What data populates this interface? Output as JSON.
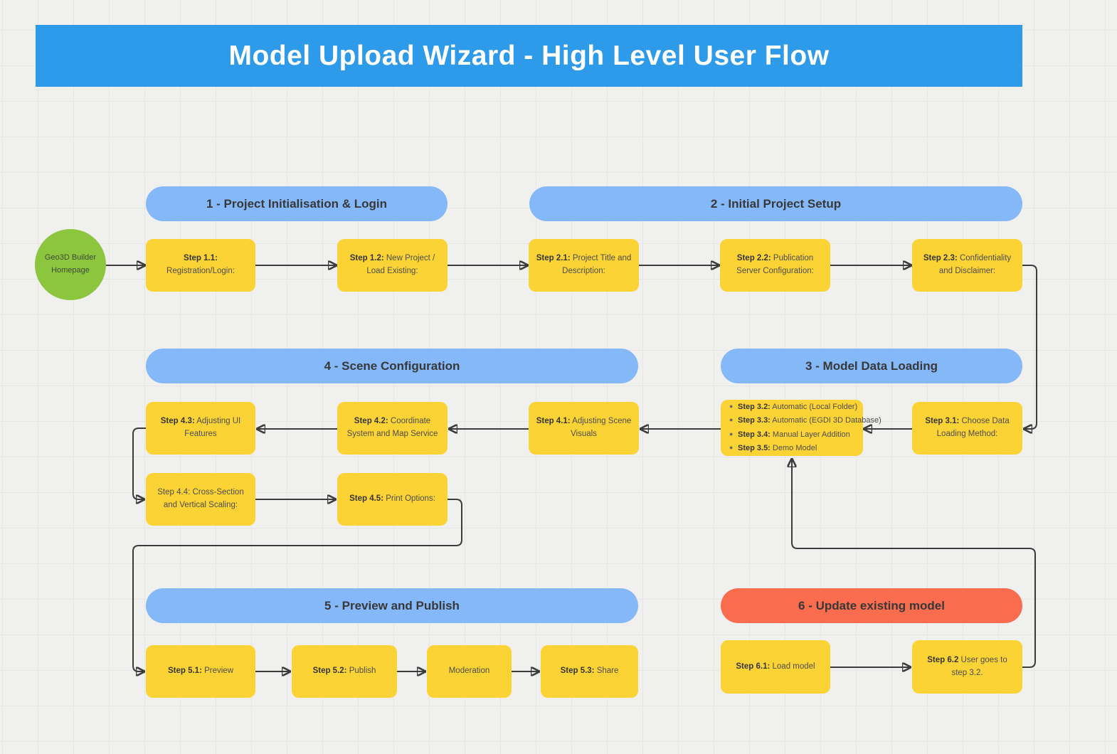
{
  "title": "Model Upload Wizard - High Level User Flow",
  "colors": {
    "banner_blue": "#2e9aea",
    "section_blue": "#85b8f8",
    "section_orange": "#f96c4e",
    "node_yellow": "#fbd335",
    "start_green": "#8cc63f",
    "connector": "#3c3c3c"
  },
  "start": {
    "line1": "Geo3D Builder",
    "line2": "Homepage"
  },
  "sections": {
    "s1": {
      "label": "1 - Project Initialisation & Login"
    },
    "s2": {
      "label": "2 - Initial Project Setup"
    },
    "s3": {
      "label": "3 - Model Data Loading"
    },
    "s4": {
      "label": "4 - Scene Configuration"
    },
    "s5": {
      "label": "5 - Preview and Publish"
    },
    "s6": {
      "label": "6 - Update existing model"
    }
  },
  "nodes": {
    "step_1_1": {
      "prefix": "Step 1.1:",
      "text": " Registration/Login:"
    },
    "step_1_2": {
      "prefix": "Step 1.2:",
      "text": " New Project / Load Existing:"
    },
    "step_2_1": {
      "prefix": "Step 2.1:",
      "text": " Project Title and Description:"
    },
    "step_2_2": {
      "prefix": "Step 2.2:",
      "text": " Publication Server Configuration:"
    },
    "step_2_3": {
      "prefix": "Step 2.3:",
      "text": " Confidentiality and Disclaimer:"
    },
    "step_3_1": {
      "prefix": "Step 3.1:",
      "text": " Choose Data Loading Method:"
    },
    "step_3_list": {
      "items": [
        {
          "prefix": "Step 3.2:",
          "text": " Automatic (Local Folder)"
        },
        {
          "prefix": "Step 3.3:",
          "text": " Automatic (EGDI 3D Database)"
        },
        {
          "prefix": "Step 3.4:",
          "text": " Manual Layer Addition"
        },
        {
          "prefix": "Step 3.5:",
          "text": " Demo Model"
        }
      ]
    },
    "step_4_1": {
      "prefix": "Step 4.1:",
      "text": " Adjusting Scene Visuals"
    },
    "step_4_2": {
      "prefix": "Step 4.2:",
      "text": " Coordinate System and Map Service"
    },
    "step_4_3": {
      "prefix": "Step 4.3:",
      "text": " Adjusting UI Features"
    },
    "step_4_4": {
      "prefix": "",
      "text": "Step 4.4: Cross-Section and Vertical Scaling:"
    },
    "step_4_5": {
      "prefix": "Step 4.5:",
      "text": " Print Options:"
    },
    "step_5_1": {
      "prefix": "Step 5.1:",
      "text": " Preview"
    },
    "step_5_2": {
      "prefix": "Step 5.2:",
      "text": " Publish"
    },
    "moderation": {
      "prefix": "",
      "text": "Moderation"
    },
    "step_5_3": {
      "prefix": "Step 5.3:",
      "text": " Share"
    },
    "step_6_1": {
      "prefix": "Step 6.1:",
      "text": " Load model"
    },
    "step_6_2": {
      "prefix": "Step 6.2",
      "text": " User goes to step 3.2."
    }
  }
}
